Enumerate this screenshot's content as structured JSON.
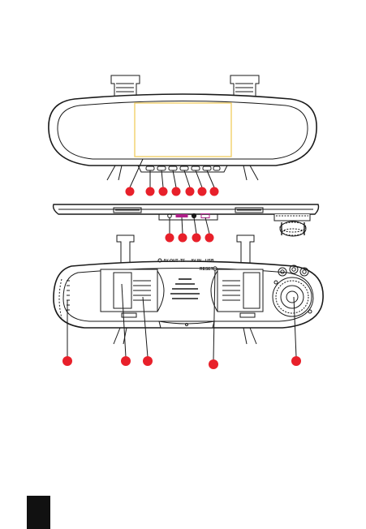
{
  "diagram": {
    "colors": {
      "callout": "#e8202a",
      "outline": "#1a1a1a",
      "screen_frame": "#f2cf6a",
      "port_accent": "#b0208a"
    },
    "ports": {
      "av_out": "AV-OUT",
      "tf": "TF",
      "av_in": "AV-IN",
      "usb": "USB",
      "reset": "RESET"
    },
    "callouts": {
      "front_view_buttons": 7,
      "top_view_ports": 4,
      "rear_view_parts": 5
    }
  }
}
